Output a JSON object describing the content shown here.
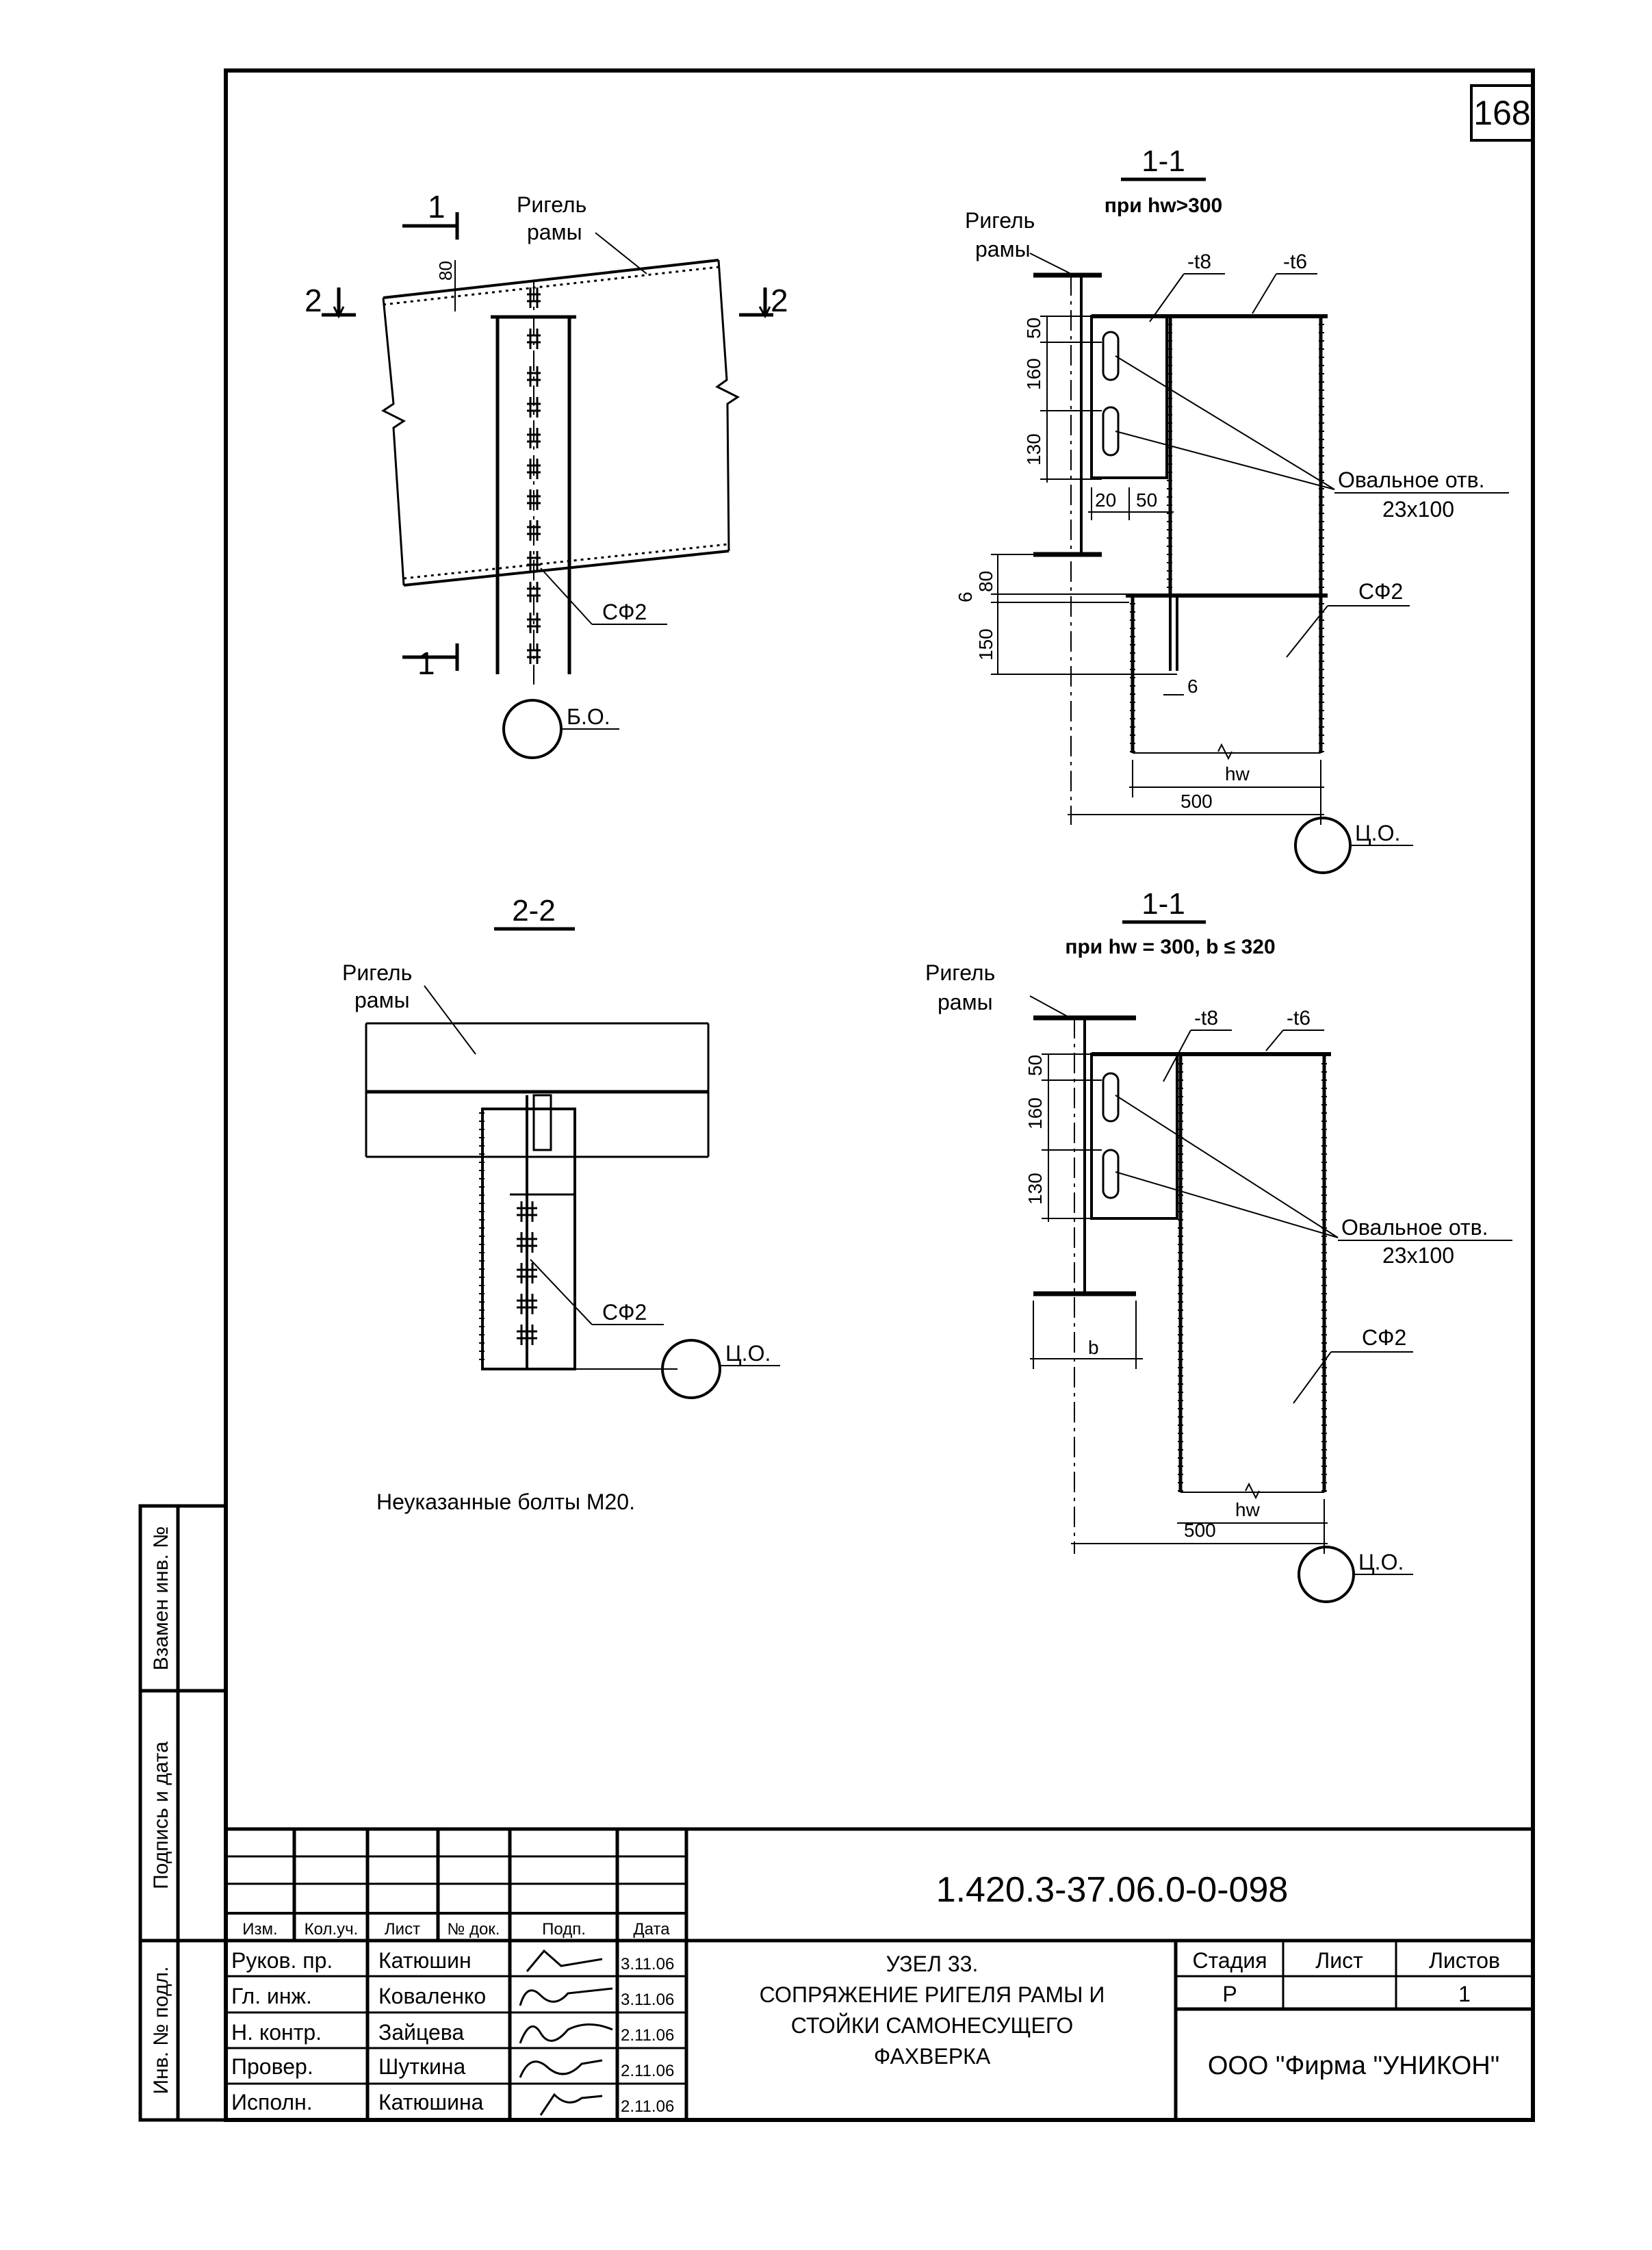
{
  "sheet_number": "168",
  "views": {
    "elevation": {
      "cut_1": "1",
      "cut_2": "2",
      "beam_label_l1": "Ригель",
      "beam_label_l2": "рамы",
      "dim_80": "80",
      "weld": "СФ2",
      "axis": "Б.О."
    },
    "section_1_1_top": {
      "title": "1-1",
      "condition": "при hw>300",
      "beam_label_l1": "Ригель",
      "beam_label_l2": "рамы",
      "plate_t8": "-t8",
      "plate_t6": "-t6",
      "dim_50": "50",
      "dim_160": "160",
      "dim_130": "130",
      "dim_20": "20",
      "dim_50b": "50",
      "dim_80": "80",
      "dim_6": "6",
      "dim_150": "150",
      "dim_6b": "6",
      "hole_l1": "Овальное отв.",
      "hole_l2": "23x100",
      "weld": "СФ2",
      "dim_hw": "hw",
      "dim_500": "500",
      "axis": "Ц.О."
    },
    "section_2_2": {
      "title": "2-2",
      "beam_label_l1": "Ригель",
      "beam_label_l2": "рамы",
      "weld": "СФ2",
      "axis": "Ц.О."
    },
    "section_1_1_bottom": {
      "title": "1-1",
      "condition": "при hw = 300,  b ≤ 320",
      "beam_label_l1": "Ригель",
      "beam_label_l2": "рамы",
      "plate_t8": "-t8",
      "plate_t6": "-t6",
      "dim_50": "50",
      "dim_160": "160",
      "dim_130": "130",
      "dim_b": "b",
      "hole_l1": "Овальное отв.",
      "hole_l2": "23x100",
      "weld": "СФ2",
      "dim_hw": "hw",
      "dim_500": "500",
      "axis": "Ц.О."
    }
  },
  "note": "Неуказанные болты М20.",
  "side_stamp": {
    "replaces_inv": "Взамен инв. №",
    "sign_date": "Подпись и дата",
    "inv_orig": "Инв. № подл."
  },
  "title_block": {
    "doc_code": "1.420.3-37.06.0-0-098",
    "headers": [
      "Изм.",
      "Кол.уч.",
      "Лист",
      "№ док.",
      "Подп.",
      "Дата"
    ],
    "staff": [
      {
        "role": "Руков. пр.",
        "name": "Катюшин",
        "date": "3.11.06"
      },
      {
        "role": "Гл. инж.",
        "name": "Коваленко",
        "date": "3.11.06"
      },
      {
        "role": "Н. контр.",
        "name": "Зайцева",
        "date": "2.11.06"
      },
      {
        "role": "Провер.",
        "name": "Шуткина",
        "date": "2.11.06"
      },
      {
        "role": "Исполн.",
        "name": "Катюшина",
        "date": "2.11.06"
      }
    ],
    "title_l1": "УЗЕЛ 33.",
    "title_l2": "СОПРЯЖЕНИЕ РИГЕЛЯ РАМЫ И",
    "title_l3": "СТОЙКИ САМОНЕСУЩЕГО",
    "title_l4": "ФАХВЕРКА",
    "stage_label": "Стадия",
    "sheet_label": "Лист",
    "sheets_label": "Листов",
    "stage_value": "Р",
    "sheet_value": "",
    "sheets_value": "1",
    "company": "ООО  \"Фирма \"УНИКОН\""
  }
}
